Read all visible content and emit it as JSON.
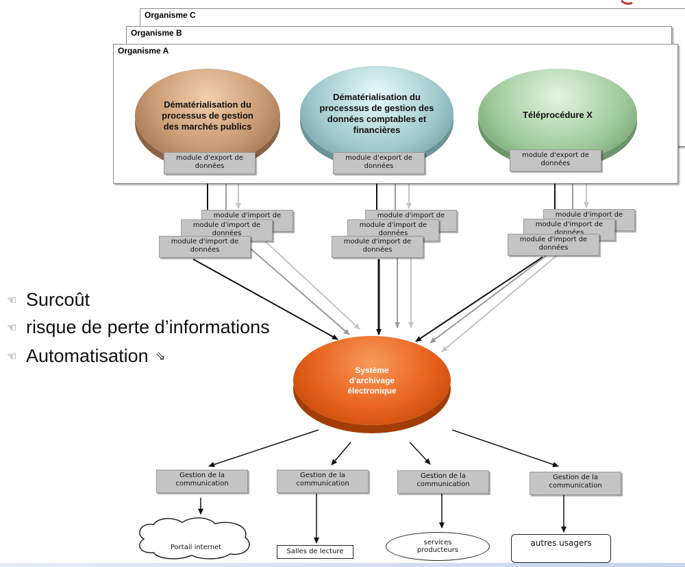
{
  "frames": {
    "c": "Organisme C",
    "b": "Organisme B",
    "a": "Organisme A"
  },
  "processes": [
    {
      "label": "Dématérialisation du processus de gestion des marchés publics",
      "color": "#c89a72"
    },
    {
      "label": "Dématérialisation du processsus de gestion des données comptables et financières",
      "color": "#9cc7c9"
    },
    {
      "label": "Téléprocédure X",
      "color": "#9cc89a"
    }
  ],
  "export_module": "module d'export de données",
  "import_module": "module d'import de données",
  "archive": {
    "label": "Système d'archivage électronique",
    "color": "#e8601a"
  },
  "bullets": [
    "Surcoût",
    "risque de perte d’informations",
    "Automatisation"
  ],
  "communication": "Gestion de la communication",
  "endpoints": [
    "Portail internet",
    "Salles de lecture",
    "services producteurs",
    "autres usagers"
  ]
}
